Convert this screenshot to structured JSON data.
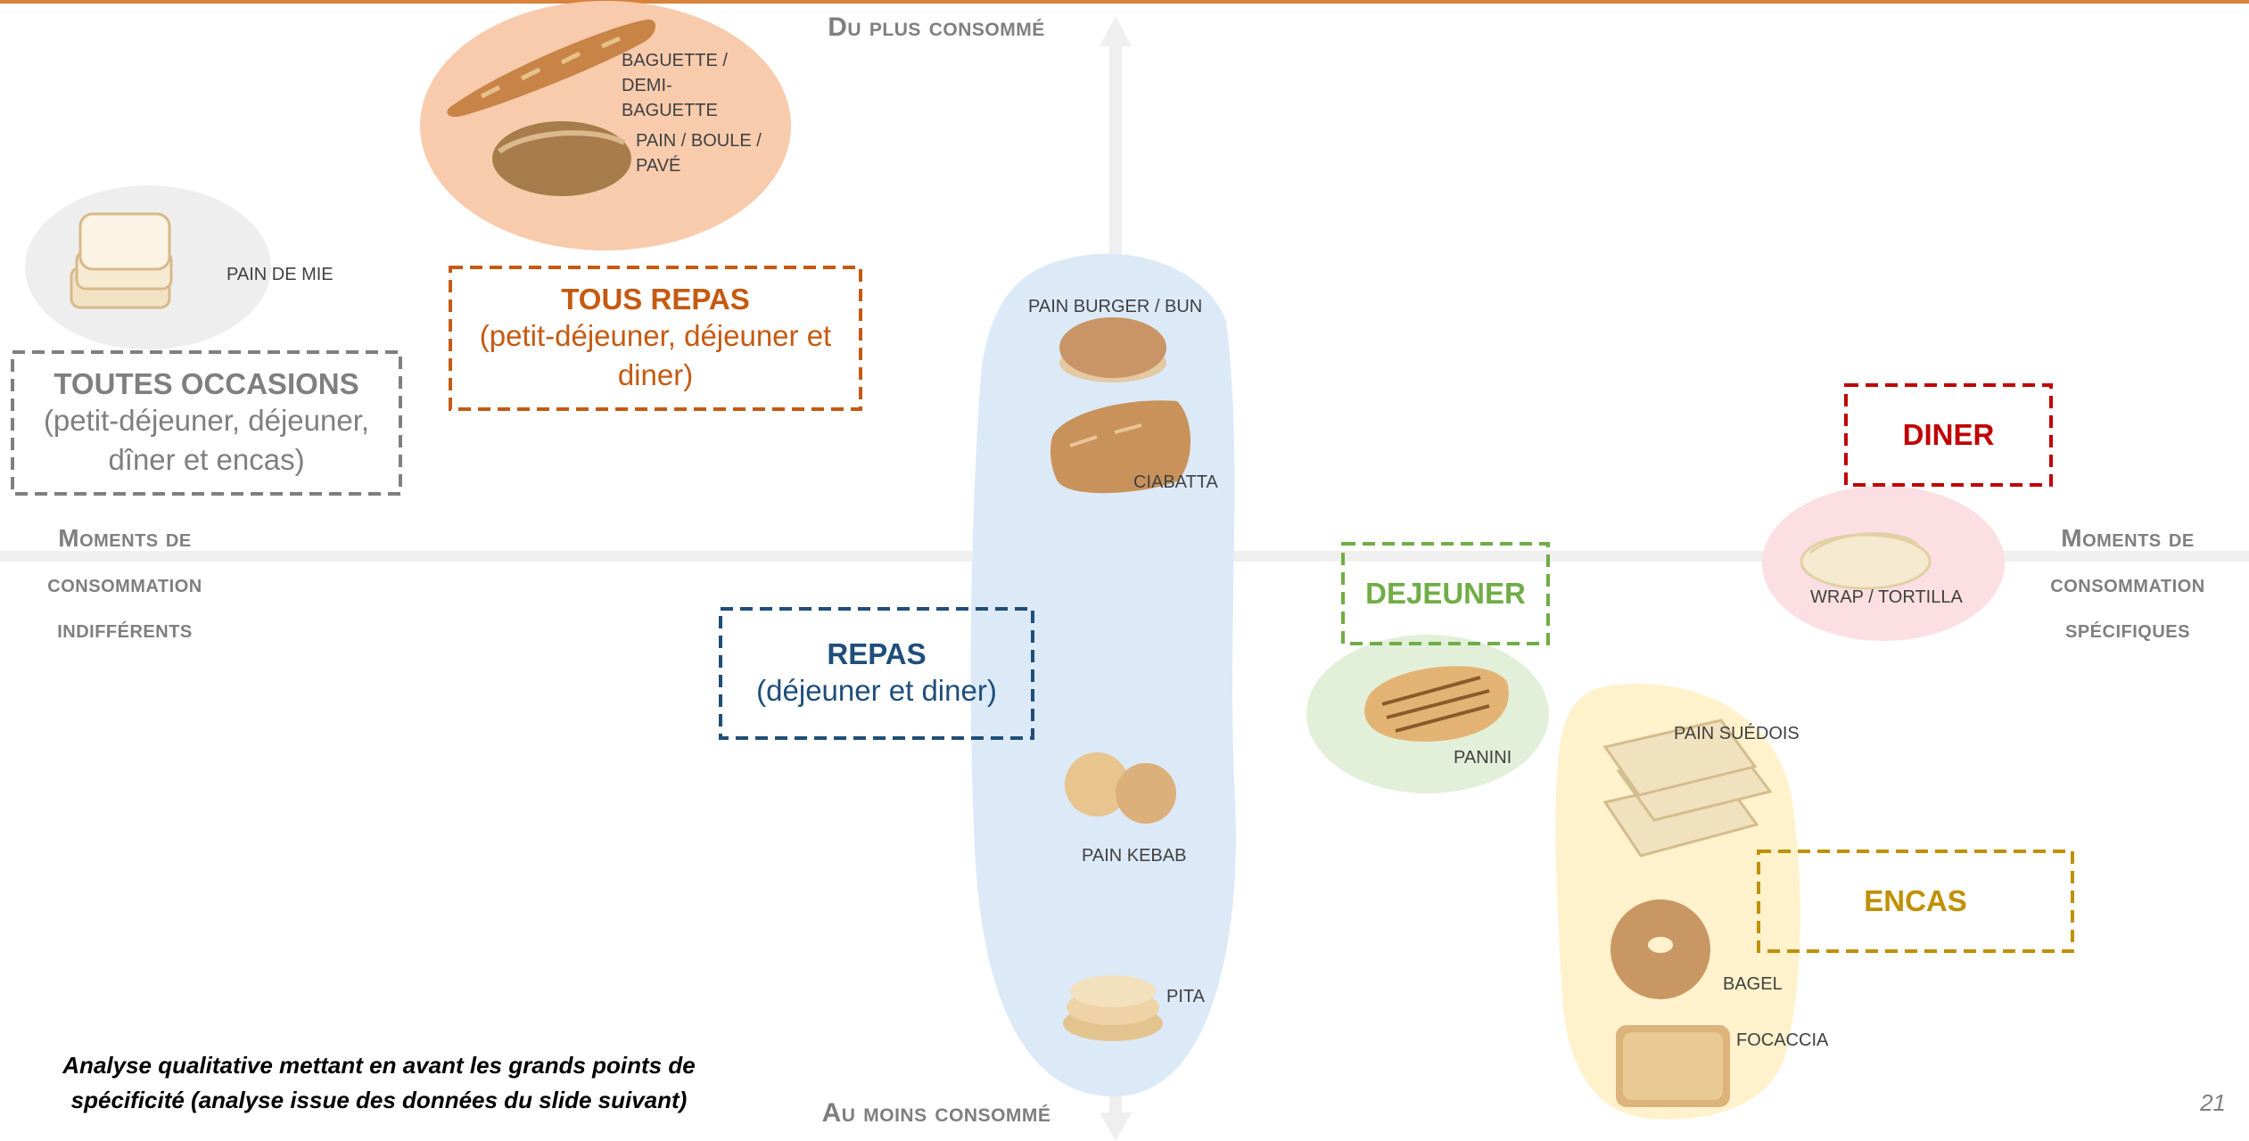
{
  "axes": {
    "top": "Du plus consommé",
    "bottom": "Au moins consommé",
    "left": [
      "Moments de",
      "consommation",
      "indifférents"
    ],
    "right": [
      "Moments de",
      "consommation",
      "spécifiques"
    ]
  },
  "boxes": {
    "toutes_occasions": {
      "title": "TOUTES OCCASIONS",
      "subtitle": "(petit-déjeuner, déjeuner, dîner et encas)",
      "color": "#7f7f7f"
    },
    "tous_repas": {
      "title": "TOUS REPAS",
      "subtitle": "(petit-déjeuner, déjeuner et diner)",
      "color": "#c55a11"
    },
    "repas": {
      "title": "REPAS",
      "subtitle": "(déjeuner et diner)",
      "color": "#1f4e79"
    },
    "dejeuner": {
      "title": "DEJEUNER",
      "color": "#70ad47"
    },
    "diner": {
      "title": "DINER",
      "color": "#c00000"
    },
    "encas": {
      "title": "ENCAS",
      "color": "#bf9000"
    }
  },
  "breads": {
    "baguette": "BAGUETTE / DEMI-BAGUETTE",
    "pain_boule": "PAIN / BOULE / PAVÉ",
    "pain_de_mie": "PAIN DE MIE",
    "burger": "PAIN BURGER / BUN",
    "ciabatta": "CIABATTA",
    "kebab": "PAIN KEBAB",
    "pita": "PITA",
    "panini": "PANINI",
    "wrap": "WRAP / TORTILLA",
    "suedois": "PAIN SUÉDOIS",
    "bagel": "BAGEL",
    "focaccia": "FOCACCIA"
  },
  "note": "Analyse qualitative mettant en avant les grands points de spécificité (analyse issue des données du slide suivant)",
  "page_number": "21"
}
